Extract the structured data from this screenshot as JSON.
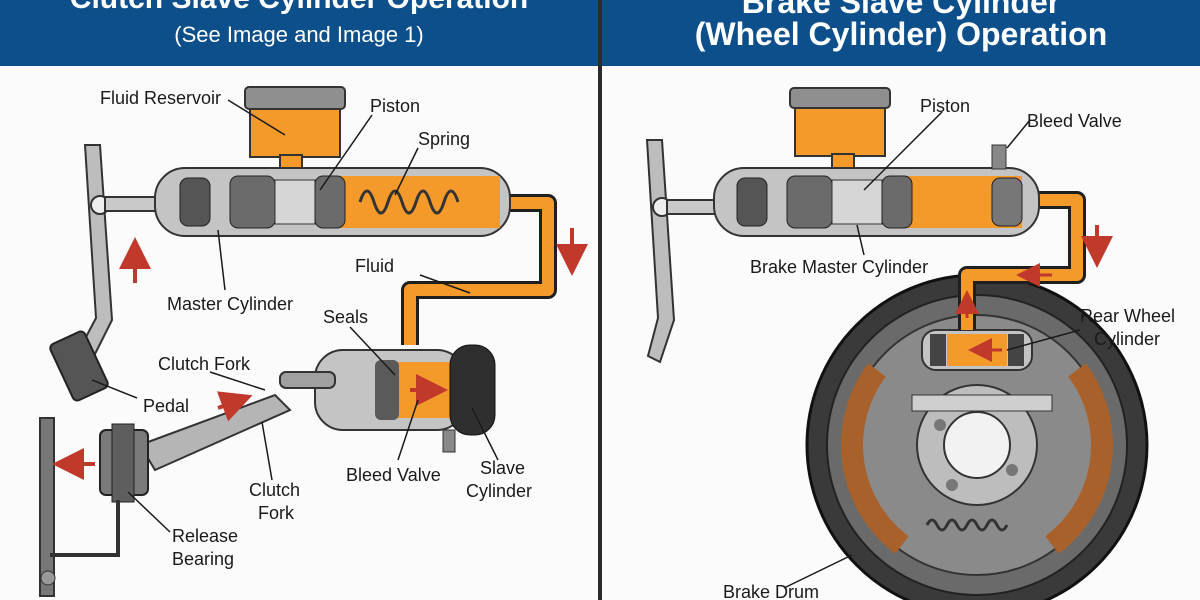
{
  "left": {
    "title": "Clutch Slave Cylinder Operation",
    "subtitle": "(See Image and Image 1)",
    "labels": {
      "fluid_reservoir": "Fluid Reservoir",
      "piston": "Piston",
      "spring": "Spring",
      "fluid": "Fluid",
      "master_cylinder": "Master Cylinder",
      "seals": "Seals",
      "clutch_fork_top": "Clutch Fork",
      "pedal": "Pedal",
      "bleed_valve": "Bleed Valve",
      "slave_line1": "Slave",
      "slave_line2": "Cylinder",
      "clutch_line1": "Clutch",
      "clutch_line2": "Fork",
      "release_line1": "Release",
      "release_line2": "Bearing"
    }
  },
  "right": {
    "title_line1": "Brake Slave Cylinder",
    "title_line2": "(Wheel Cylinder) Operation",
    "labels": {
      "piston": "Piston",
      "bleed_valve": "Bleed Valve",
      "brake_master_cylinder": "Brake Master Cylinder",
      "rear_wheel_line1": "Rear Wheel",
      "rear_wheel_line2": "Cylinder",
      "brake_drum": "Brake Drum"
    }
  },
  "colors": {
    "header": "#0d4f8b",
    "fluid": "#f39a2b",
    "metal": "#b8b8b8",
    "dark_metal": "#4a4a4a",
    "arrow": "#c0392b"
  }
}
